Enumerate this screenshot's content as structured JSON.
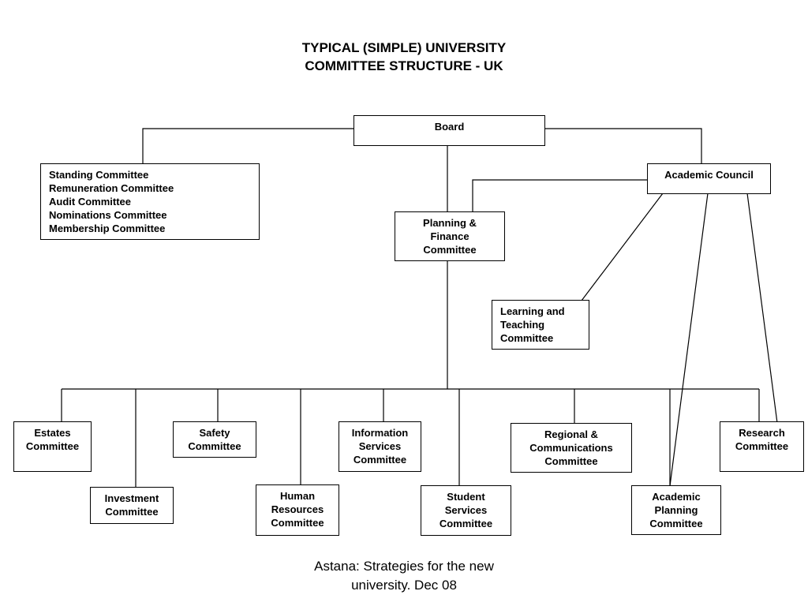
{
  "title": {
    "line1": "TYPICAL (SIMPLE) UNIVERSITY",
    "line2": "COMMITTEE STRUCTURE - UK"
  },
  "nodes": {
    "board": {
      "lines": [
        "Board"
      ]
    },
    "standing_group": {
      "lines": [
        "Standing Committee",
        "Remuneration Committee",
        "Audit Committee",
        "Nominations Committee",
        "Membership Committee"
      ]
    },
    "academic_council": {
      "lines": [
        "Academic Council"
      ]
    },
    "planning_finance": {
      "lines": [
        "Planning &",
        "Finance",
        "Committee"
      ]
    },
    "learning_teaching": {
      "lines": [
        "Learning and",
        "Teaching",
        "Committee"
      ]
    },
    "estates": {
      "lines": [
        "Estates",
        "Committee"
      ]
    },
    "investment": {
      "lines": [
        "Investment",
        "Committee"
      ]
    },
    "safety": {
      "lines": [
        "Safety",
        "Committee"
      ]
    },
    "human_resources": {
      "lines": [
        "Human",
        "Resources",
        "Committee"
      ]
    },
    "information_services": {
      "lines": [
        "Information",
        "Services",
        "Committee"
      ]
    },
    "student_services": {
      "lines": [
        "Student",
        "Services",
        "Committee"
      ]
    },
    "regional_comms": {
      "lines": [
        "Regional &",
        "Communications",
        "Committee"
      ]
    },
    "academic_planning": {
      "lines": [
        "Academic",
        "Planning",
        "Committee"
      ]
    },
    "research": {
      "lines": [
        "Research",
        "Committee"
      ]
    }
  },
  "footer": {
    "line1": "Astana: Strategies for the new",
    "line2": "university. Dec 08"
  }
}
